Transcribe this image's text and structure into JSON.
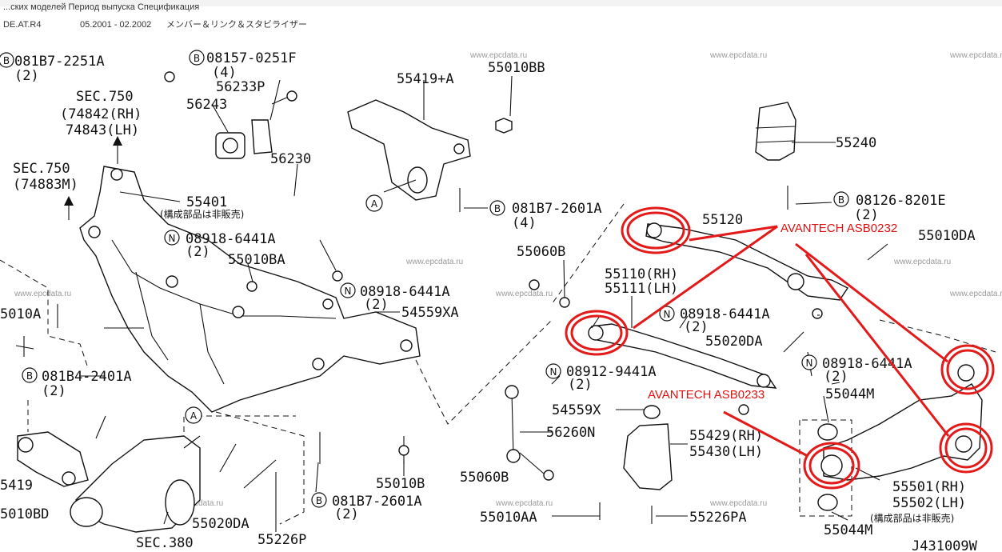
{
  "header": {
    "top_line": "...ских моделей  Период выпуска      Спецификация",
    "model": "DE.AT.R4",
    "period": "05.2001 - 02.2002",
    "group": "メンバー＆リンク＆スタビライザー"
  },
  "watermark": "www.epcdata.ru",
  "labels": {
    "p081B7_2251A": "081B7-2251A",
    "q2a": "(2)",
    "p08157_0251F": "08157-0251F",
    "q4a": "(4)",
    "p56233P": "56233P",
    "p56243": "56243",
    "sec750a": "SEC.750",
    "sec750a_rh": "(74842(RH)",
    "sec750a_lh": "74843(LH)",
    "sec750b": "SEC.750",
    "sec750b_m": "(74883M)",
    "p56230": "56230",
    "p55401": "55401",
    "not_sold": "(構成部品は非販売)",
    "p55419A": "55419+A",
    "p55010BB": "55010BB",
    "p081B7_2601A_top": "081B7-2601A",
    "q4b": "(4)",
    "p55240": "55240",
    "p08126_8201E": "08126-8201E",
    "q2b": "(2)",
    "p55120": "55120",
    "p55010DA": "55010DA",
    "p55060B": "55060B",
    "p08918_6441A_1": "08918-6441A",
    "q2c": "(2)",
    "p55010BA": "55010BA",
    "p08918_6441A_2": "08918-6441A",
    "q2d": "(2)",
    "p54559XA": "54559XA",
    "p55110": "55110(RH)",
    "p55111": "55111(LH)",
    "p08918_6441A_3": "08918-6441A",
    "q2e": "(2)",
    "p55020DA_r": "55020DA",
    "p08918_6441A_4": "08918-6441A",
    "q2f": "(2)",
    "p5010A": "5010A",
    "p081B4_2401A": "081B4-2401A",
    "q2g": "(2)",
    "p08912_9441A": "08912-9441A",
    "q2h": "(2)",
    "p54559X": "54559X",
    "p56260N": "56260N",
    "p55044M_top": "55044M",
    "p55429": "55429(RH)",
    "p55430": "55430(LH)",
    "p5419": "5419",
    "p5010BD": "5010BD",
    "p55020DA_l": "55020DA",
    "p55010B": "55010B",
    "p081B7_2601A_bot": "081B7-2601A",
    "q2i": "(2)",
    "p55060B_b": "55060B",
    "p55010AA": "55010AA",
    "p55226PA": "55226PA",
    "p55501": "55501(RH)",
    "p55502": "55502(LH)",
    "not_sold_2": "(構成部品は非販売)",
    "p55044M_bot": "55044M",
    "sec380": "SEC.380",
    "p55226P": "55226P",
    "ref_code": "J431009W",
    "letter_A": "A",
    "letter_B": "B",
    "letter_N": "N"
  },
  "annotations": {
    "ann1": "AVANTECH ASB0232",
    "ann2": "AVANTECH ASB0233"
  },
  "colors": {
    "annotation": "#e01010",
    "line": "#111111"
  }
}
